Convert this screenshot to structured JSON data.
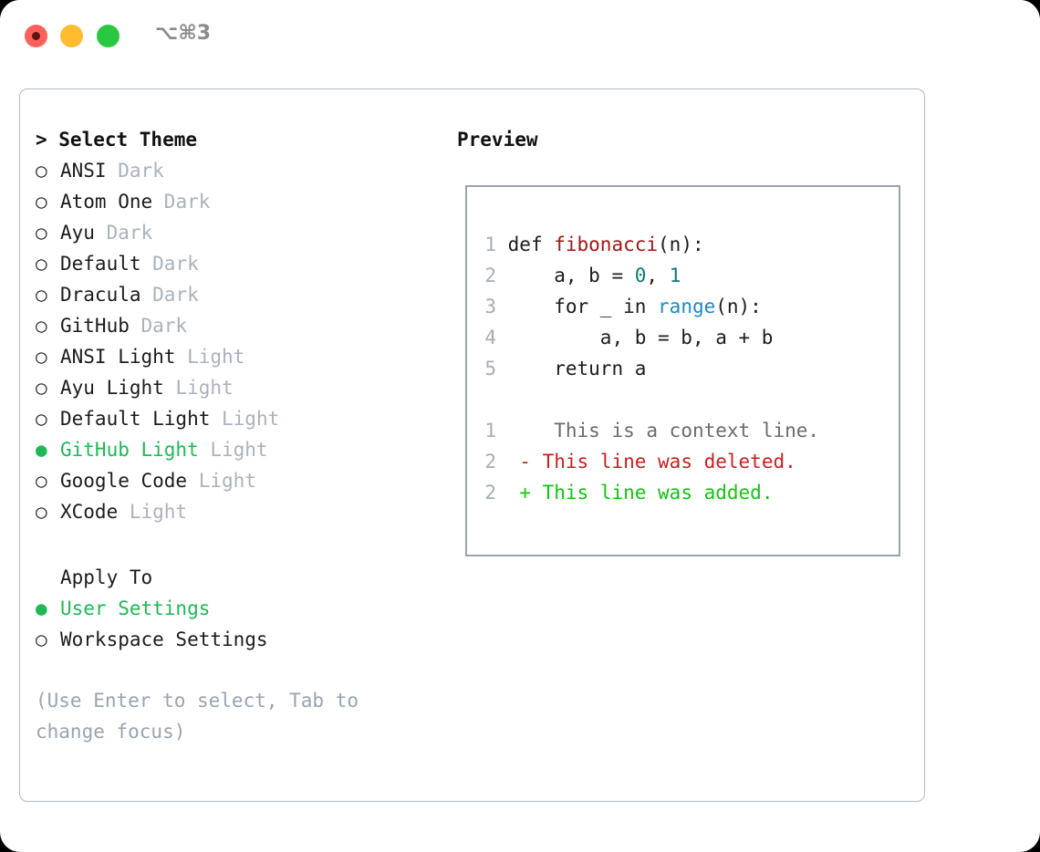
{
  "titlebar": {
    "shortcut": "⌥⌘3",
    "buttons": [
      {
        "name": "close",
        "color": "#ff6059"
      },
      {
        "name": "minimize",
        "color": "#febc2e"
      },
      {
        "name": "maximize",
        "color": "#28c840"
      }
    ]
  },
  "theme_picker": {
    "header": "> Select Theme",
    "marker_selected": "●",
    "marker_unselected": "○",
    "items": [
      {
        "label": "ANSI",
        "variant": "Dark",
        "selected": false
      },
      {
        "label": "Atom One",
        "variant": "Dark",
        "selected": false
      },
      {
        "label": "Ayu",
        "variant": "Dark",
        "selected": false
      },
      {
        "label": "Default",
        "variant": "Dark",
        "selected": false
      },
      {
        "label": "Dracula",
        "variant": "Dark",
        "selected": false
      },
      {
        "label": "GitHub",
        "variant": "Dark",
        "selected": false
      },
      {
        "label": "ANSI Light",
        "variant": "Light",
        "selected": false
      },
      {
        "label": "Ayu Light",
        "variant": "Light",
        "selected": false
      },
      {
        "label": "Default Light",
        "variant": "Light",
        "selected": false
      },
      {
        "label": "GitHub Light",
        "variant": "Light",
        "selected": true
      },
      {
        "label": "Google Code",
        "variant": "Light",
        "selected": false
      },
      {
        "label": "XCode",
        "variant": "Light",
        "selected": false
      }
    ]
  },
  "apply_to": {
    "header": "Apply To",
    "items": [
      {
        "label": "User Settings",
        "selected": true
      },
      {
        "label": "Workspace Settings",
        "selected": false
      }
    ]
  },
  "hint": "(Use Enter to select, Tab to change focus)",
  "preview": {
    "title": "Preview",
    "code_lines": [
      {
        "num": "1",
        "segments": [
          {
            "text": "def ",
            "kind": "plain"
          },
          {
            "text": "fibonacci",
            "kind": "function"
          },
          {
            "text": "(n):",
            "kind": "plain"
          }
        ]
      },
      {
        "num": "2",
        "segments": [
          {
            "text": "    a, b = ",
            "kind": "plain"
          },
          {
            "text": "0",
            "kind": "number"
          },
          {
            "text": ", ",
            "kind": "plain"
          },
          {
            "text": "1",
            "kind": "number"
          }
        ]
      },
      {
        "num": "3",
        "segments": [
          {
            "text": "    for _ in ",
            "kind": "plain"
          },
          {
            "text": "range",
            "kind": "builtin"
          },
          {
            "text": "(n):",
            "kind": "plain"
          }
        ]
      },
      {
        "num": "4",
        "segments": [
          {
            "text": "        a, b = b, a + b",
            "kind": "plain"
          }
        ]
      },
      {
        "num": "5",
        "segments": [
          {
            "text": "    return a",
            "kind": "plain"
          }
        ]
      }
    ],
    "diff_lines": [
      {
        "num": "1",
        "sign": " ",
        "text": "  This is a context line.",
        "kind": "context"
      },
      {
        "num": "2",
        "sign": "-",
        "text": " This line was deleted.",
        "kind": "deleted"
      },
      {
        "num": "2",
        "sign": "+",
        "text": " This line was added.",
        "kind": "added"
      }
    ]
  },
  "colors": {
    "accent_green": "#1db954",
    "diff_add": "#13c413",
    "diff_del": "#cc1f1f",
    "muted": "#aab2be",
    "border": "#b2bcc9",
    "preview_border": "#97a3b2"
  }
}
